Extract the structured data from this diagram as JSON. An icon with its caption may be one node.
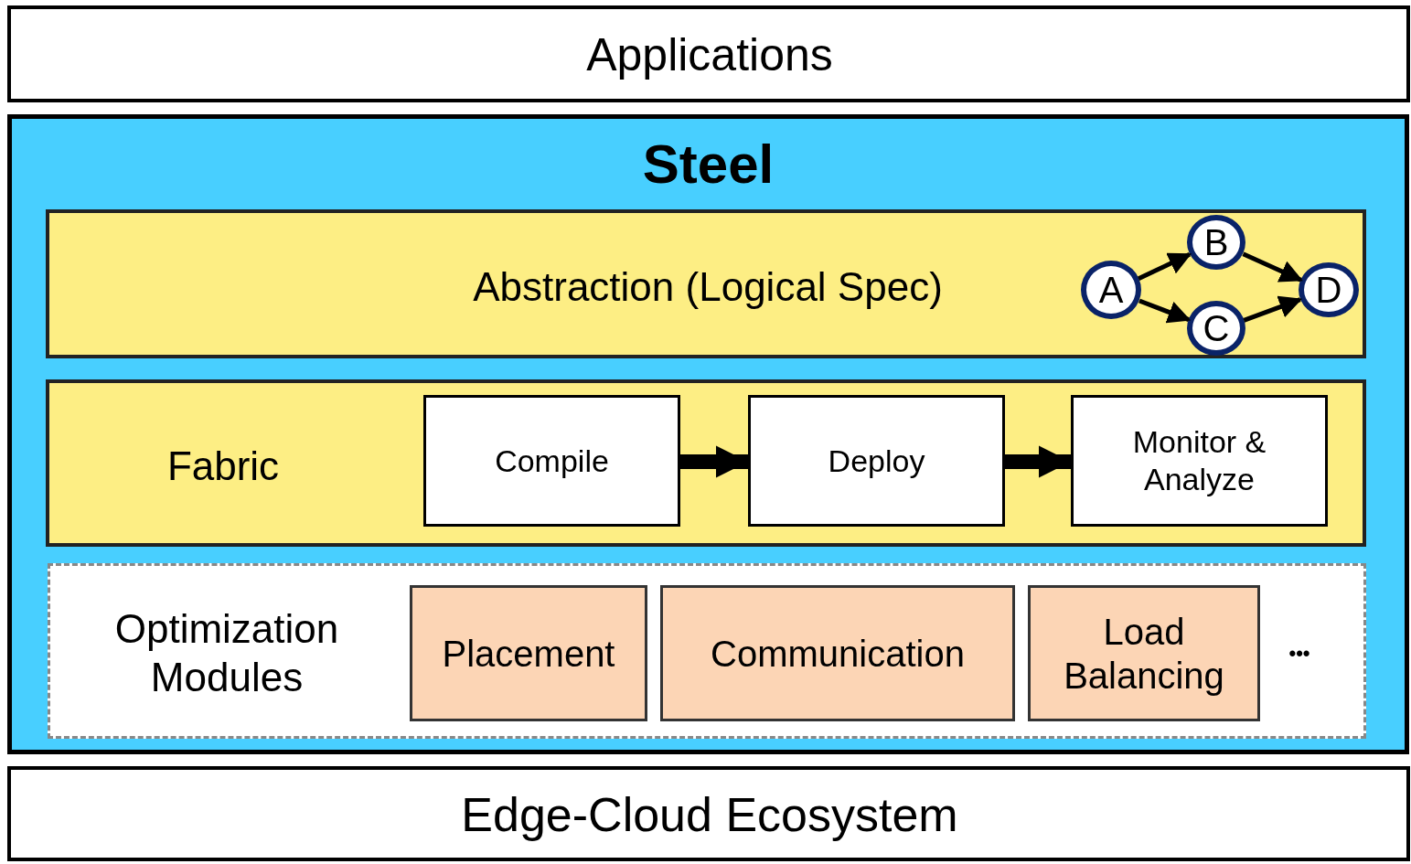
{
  "diagram": {
    "nodes": [
      {
        "text": [
          "Applications"
        ]
      },
      {
        "text": [
          "Steel"
        ]
      },
      {
        "text": [
          "Abstraction (Logical Spec)"
        ],
        "in": 1
      },
      {
        "text": [
          "A"
        ],
        "in": 2
      },
      {
        "text": [
          "B"
        ],
        "in": 2
      },
      {
        "text": [
          "C"
        ],
        "in": 2
      },
      {
        "text": [
          "D"
        ],
        "in": 2
      },
      {
        "text": [
          "Fabric"
        ],
        "in": 1
      },
      {
        "text": [
          "Compile"
        ],
        "in": 7
      },
      {
        "text": [
          "Deploy"
        ],
        "in": 7
      },
      {
        "text": [
          "Monitor & Analyze"
        ],
        "in": 7
      },
      {
        "text": [
          "Optimization Modules"
        ],
        "in": 1
      },
      {
        "text": [
          "Placement"
        ],
        "in": 11
      },
      {
        "text": [
          "Communication"
        ],
        "in": 11
      },
      {
        "text": [
          "Load Balancing"
        ],
        "in": 11
      },
      {
        "text": [
          "Edge-Cloud Ecosystem"
        ]
      }
    ],
    "edges": [
      {
        "from": 3,
        "to": 4,
        "arrow": "to"
      },
      {
        "from": 3,
        "to": 5,
        "arrow": "to"
      },
      {
        "from": 4,
        "to": 6,
        "arrow": "to"
      },
      {
        "from": 5,
        "to": 6,
        "arrow": "to"
      },
      {
        "from": 8,
        "to": 9,
        "arrow": "to",
        "style": "thick"
      },
      {
        "from": 9,
        "to": 10,
        "arrow": "to",
        "style": "thick"
      }
    ],
    "labels": [
      "•••"
    ]
  }
}
